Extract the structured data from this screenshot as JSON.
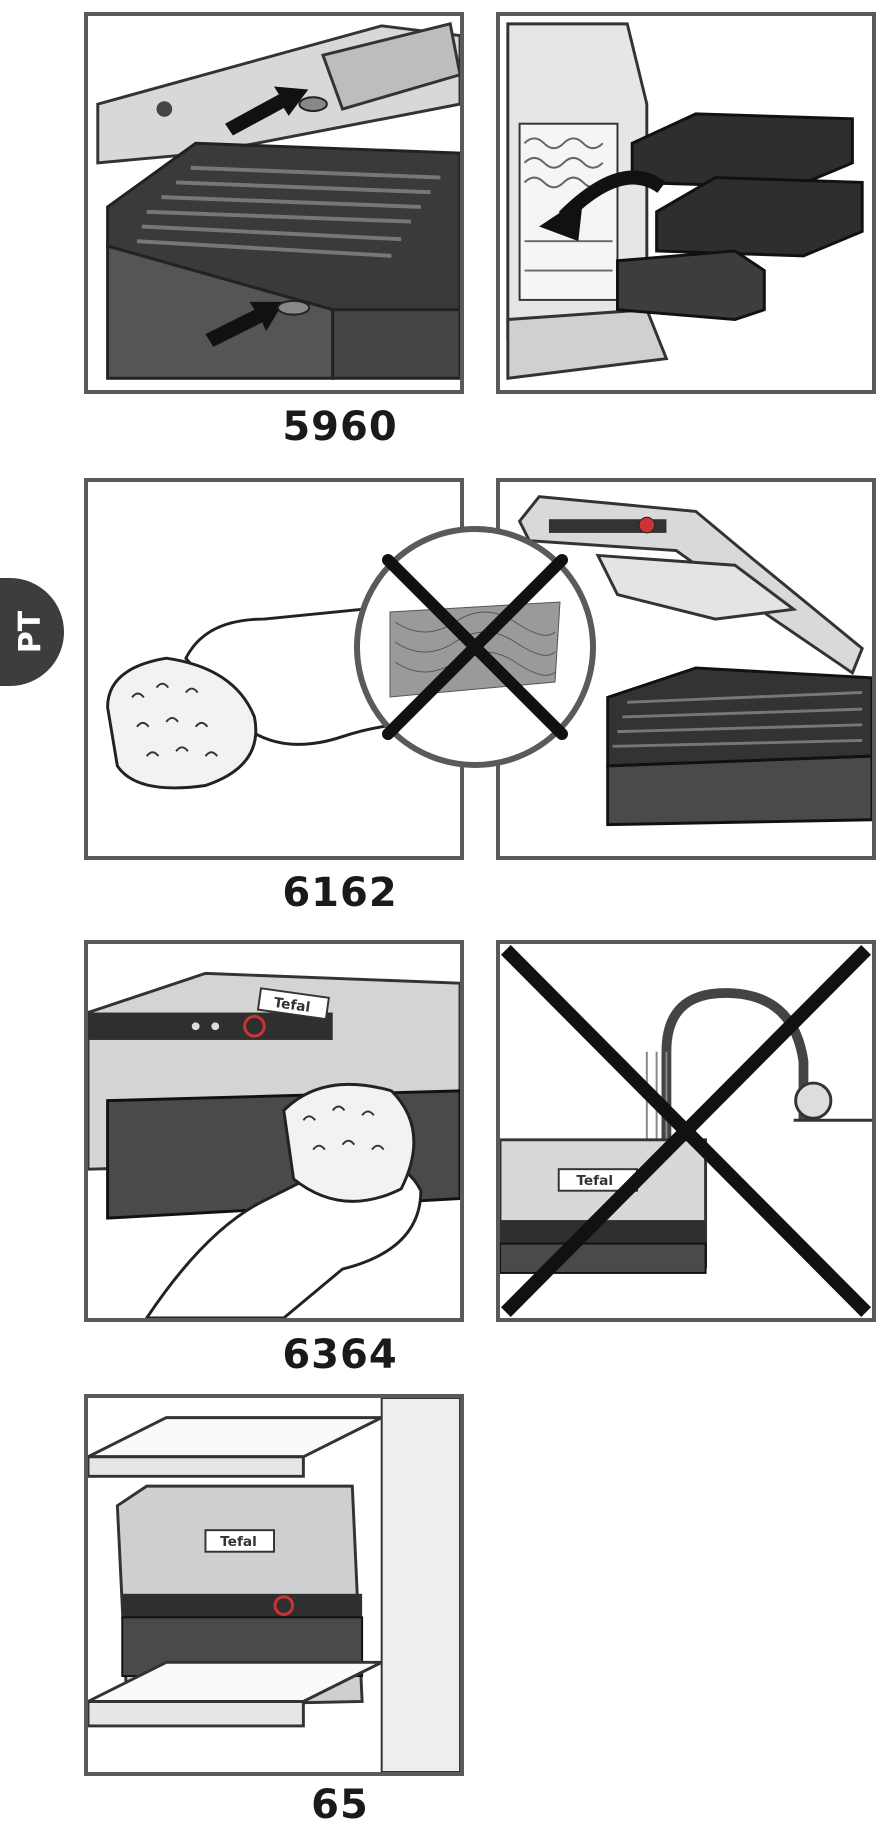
{
  "side_tab": {
    "label": "PT"
  },
  "captions": {
    "row1": "5960",
    "row2": "6162",
    "row3": "6364",
    "row4": "65"
  },
  "brand": {
    "logo": "Tefal"
  },
  "icons": {
    "prohibited": "x-cross-icon",
    "arrow": "arrow-icon"
  }
}
